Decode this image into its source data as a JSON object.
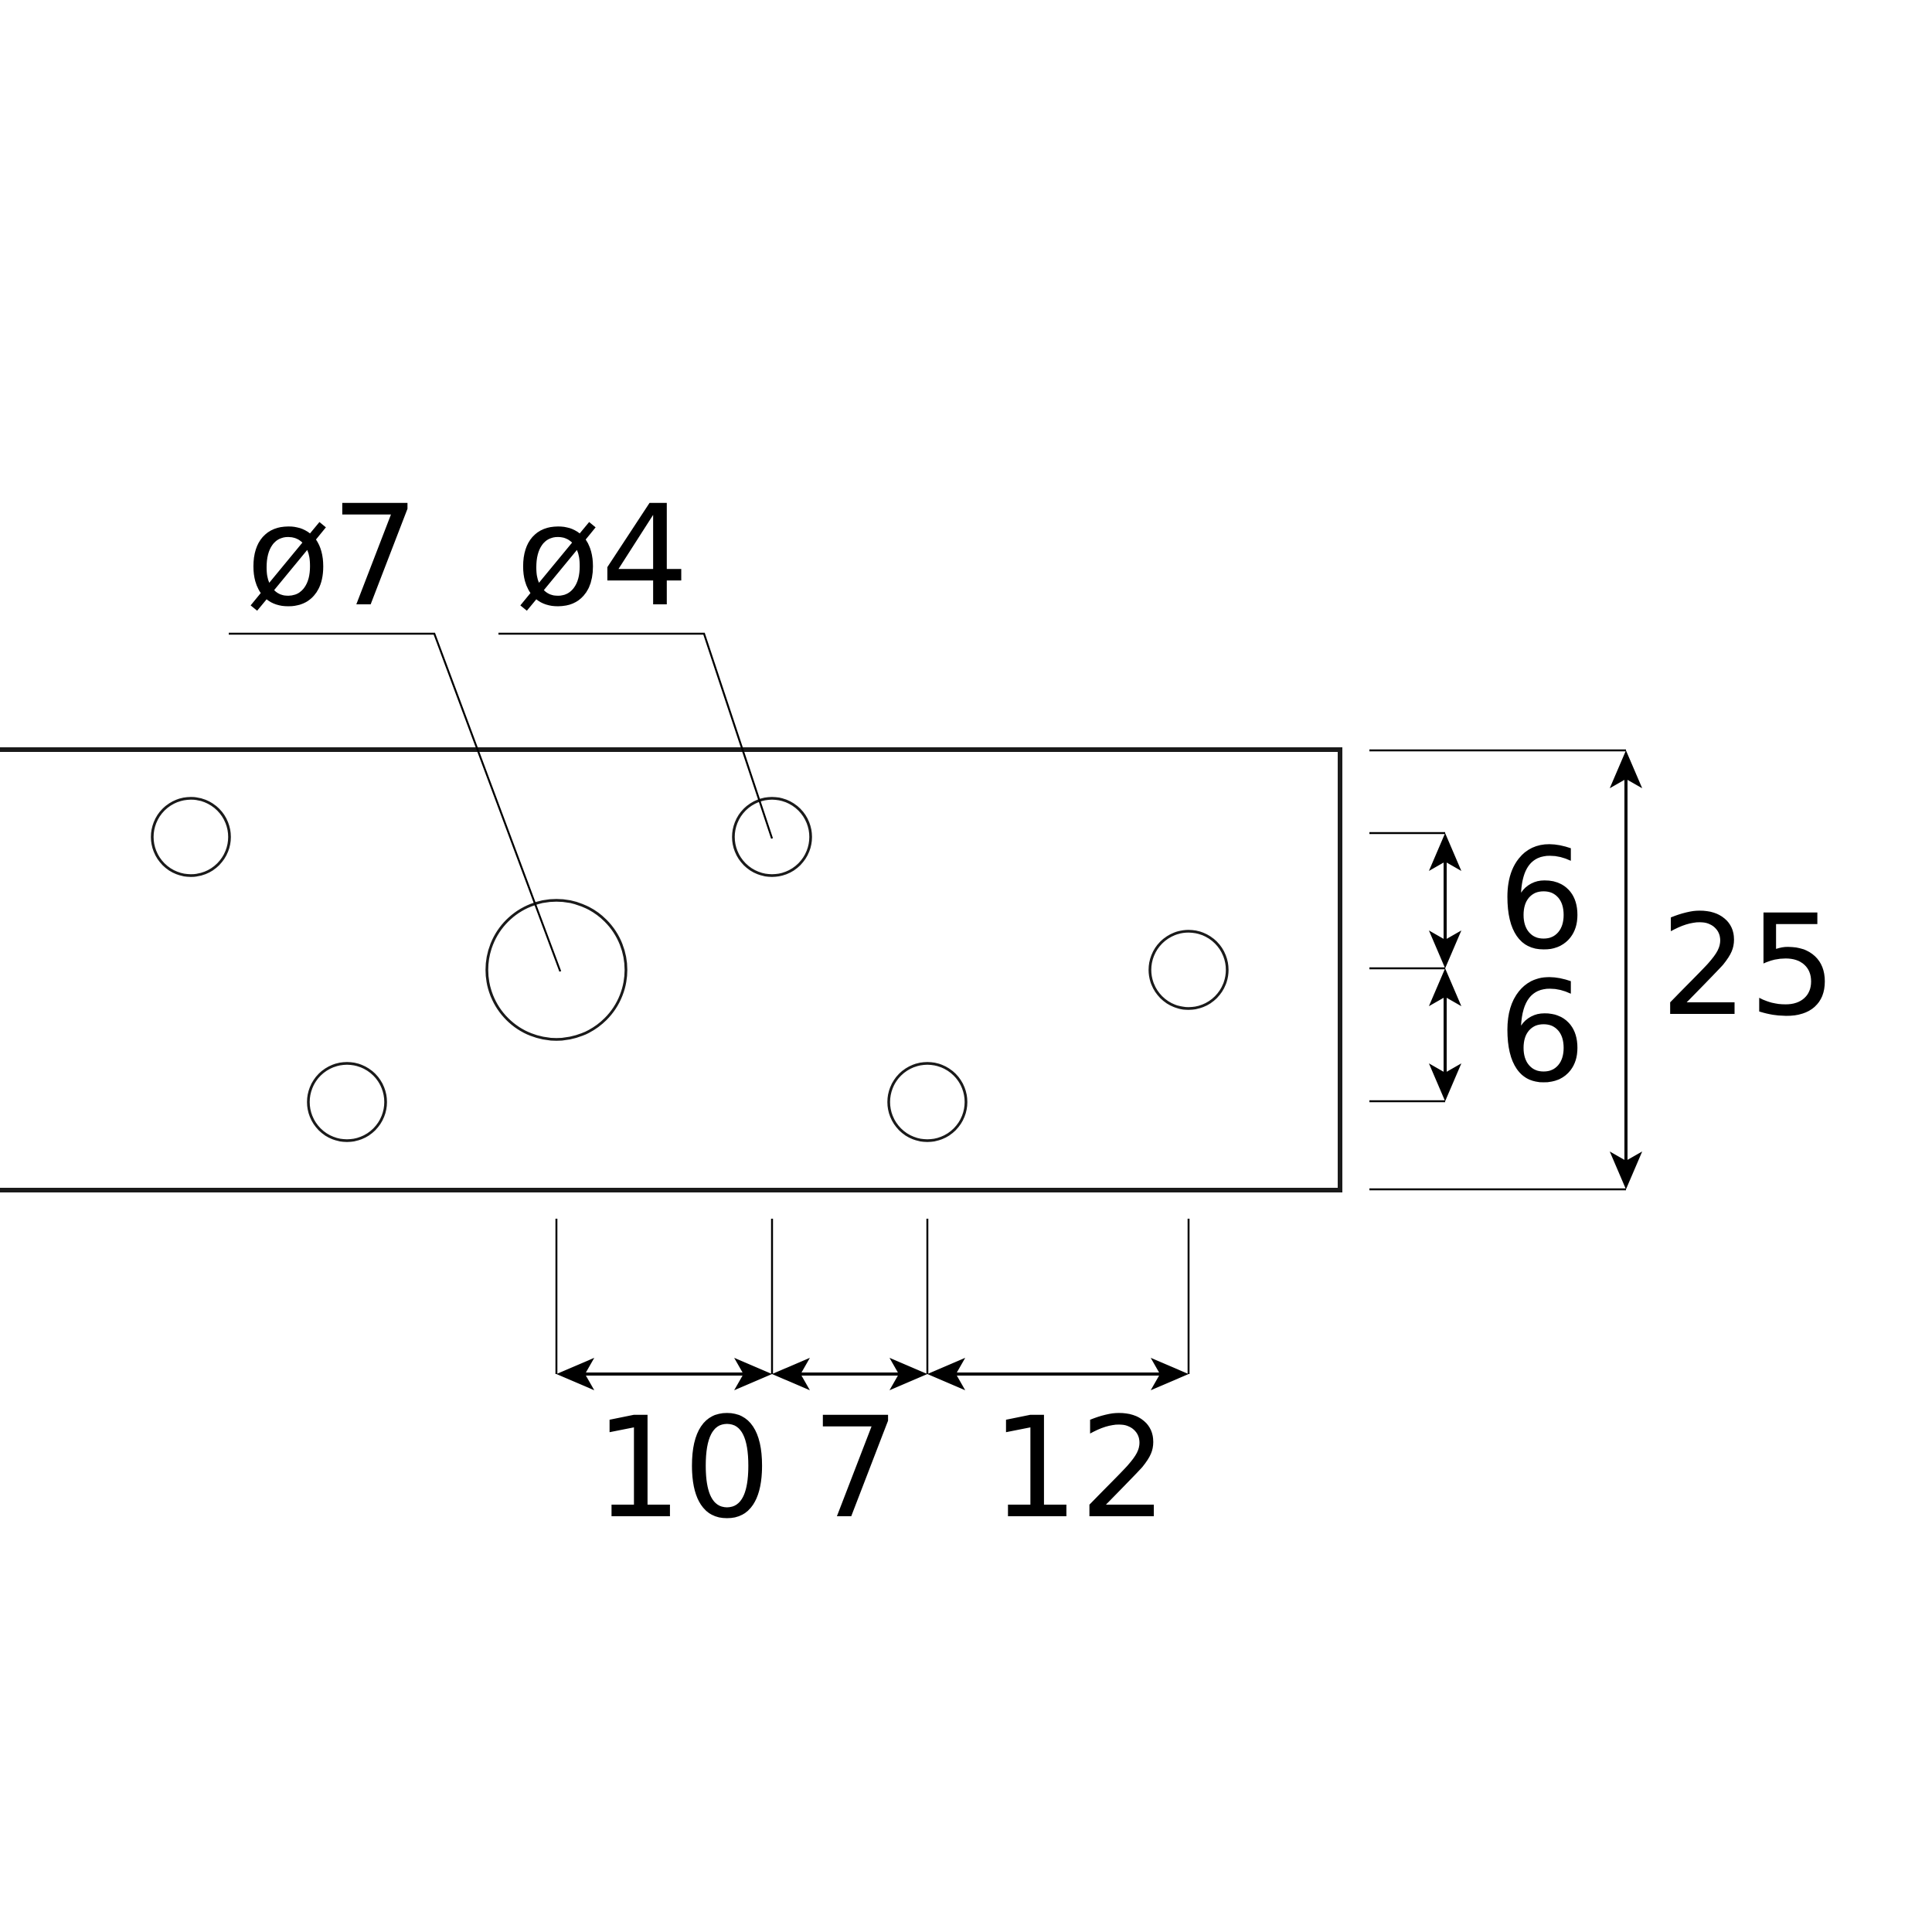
{
  "drawing": {
    "callouts": {
      "large_hole_diameter": "ø7",
      "small_hole_diameter": "ø4"
    },
    "dimensions": {
      "plate_height": "25",
      "hole_row_spacing_top": "6",
      "hole_row_spacing_bottom": "6",
      "spacing_1": "10",
      "spacing_2": "7",
      "spacing_3": "12"
    },
    "line_color": "#000000",
    "plate_color": "#1a1a1a"
  }
}
